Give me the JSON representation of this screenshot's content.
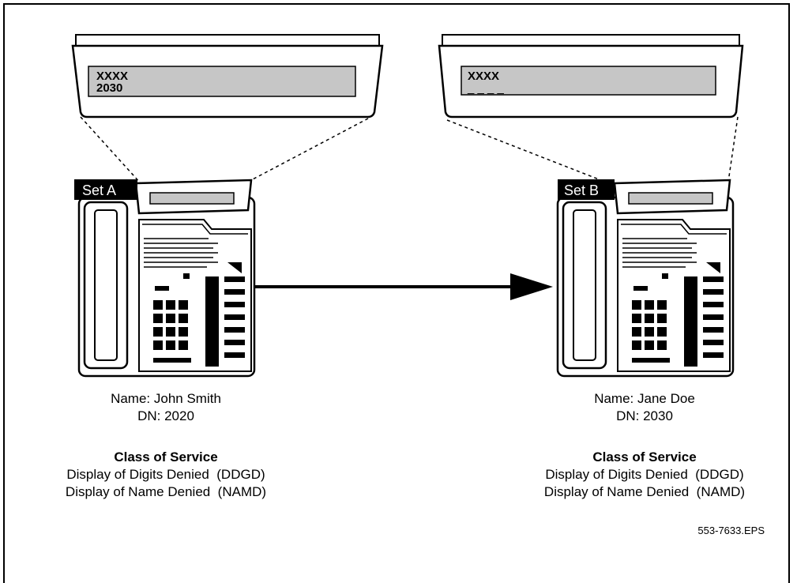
{
  "set_a": {
    "label": "Set A",
    "display_line1": "XXXX",
    "display_line2": "2030",
    "name": "Name: John Smith",
    "dn": "DN: 2020",
    "cos_title": "Class of Service",
    "cos_line1": "Display of Digits Denied  (DDGD)",
    "cos_line2": "Display of Name Denied  (NAMD)"
  },
  "set_b": {
    "label": "Set B",
    "display_line1": "XXXX",
    "display_line2": "_ _ _ _",
    "name": "Name: Jane Doe",
    "dn": "DN: 2030",
    "cos_title": "Class of Service",
    "cos_line1": "Display of Digits Denied  (DDGD)",
    "cos_line2": "Display of Name Denied  (NAMD)"
  },
  "figure_id": "553-7633.EPS",
  "colors": {
    "ink": "#000000",
    "display_gray": "#c6c6c6",
    "paper": "#ffffff"
  }
}
